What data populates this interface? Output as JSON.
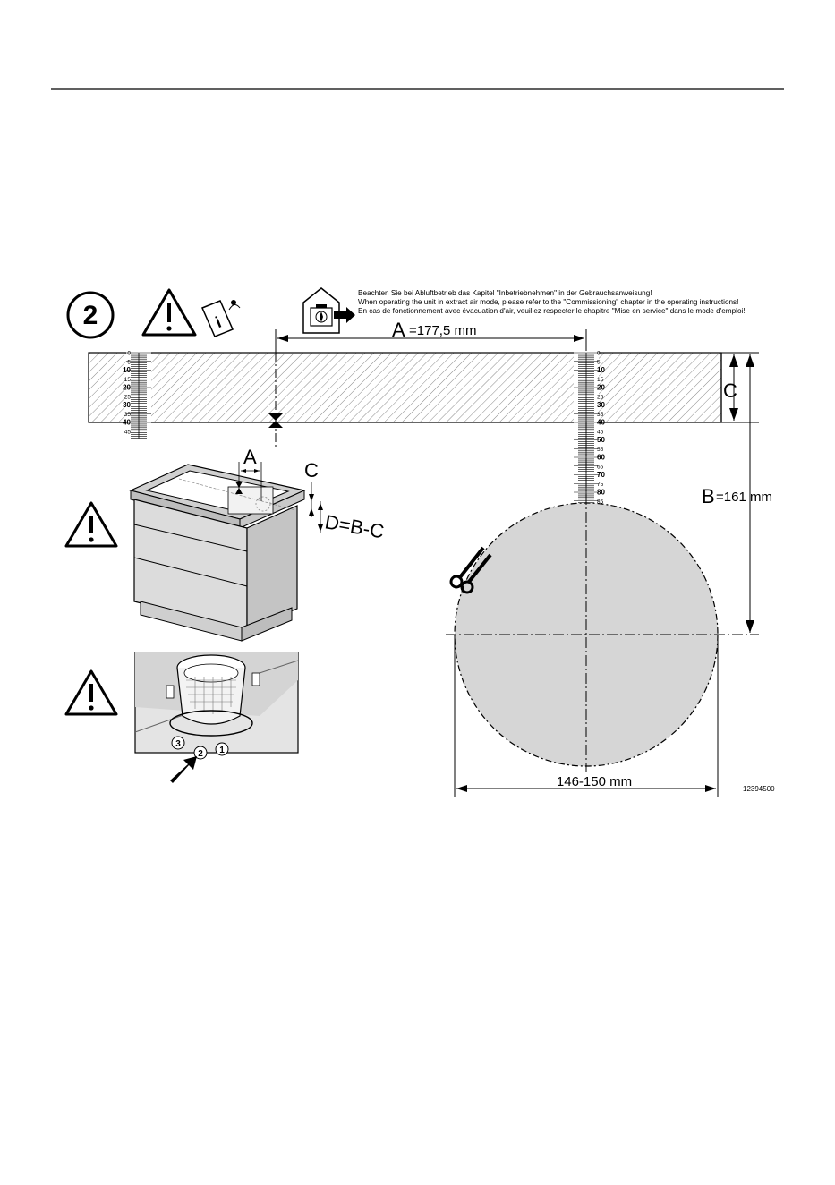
{
  "step": {
    "number": "2"
  },
  "notice": {
    "lines": [
      "Beachten Sie bei Abluftbetrieb das Kapitel \"Inbetriebnehmen\" in der Gebrauchsanweisung!",
      "When operating the unit in extract air mode, please refer to the \"Commissioning\" chapter in the operating instructions!",
      "En cas de fonctionnement avec évacuation d'air, veuillez respecter le chapitre \"Mise en service\" dans le mode d'emploi!"
    ]
  },
  "dimensions": {
    "a_letter": "A",
    "a_value": "=177,5 mm",
    "b_letter": "B",
    "b_value": "=161 mm",
    "c_letter": "C",
    "d_formula": "D=B-C",
    "diameter": "146-150 mm"
  },
  "cabinet_labels": {
    "a": "A",
    "c": "C"
  },
  "ruler_left_labels": [
    "0",
    "5",
    "10",
    "15",
    "20",
    "25",
    "30",
    "35",
    "40",
    "45"
  ],
  "ruler_right_labels": [
    "0",
    "5",
    "10",
    "15",
    "20",
    "25",
    "30",
    "35",
    "40",
    "45",
    "50",
    "55",
    "60",
    "65",
    "70",
    "75",
    "80",
    "85"
  ],
  "filter_callouts": [
    "3",
    "2",
    "1"
  ],
  "figure_id": "12394500",
  "colors": {
    "hatch": "#8a8a8a",
    "circle_fill": "#d6d6d6",
    "panel_fill": "#dcdcdc",
    "line": "#000000"
  }
}
